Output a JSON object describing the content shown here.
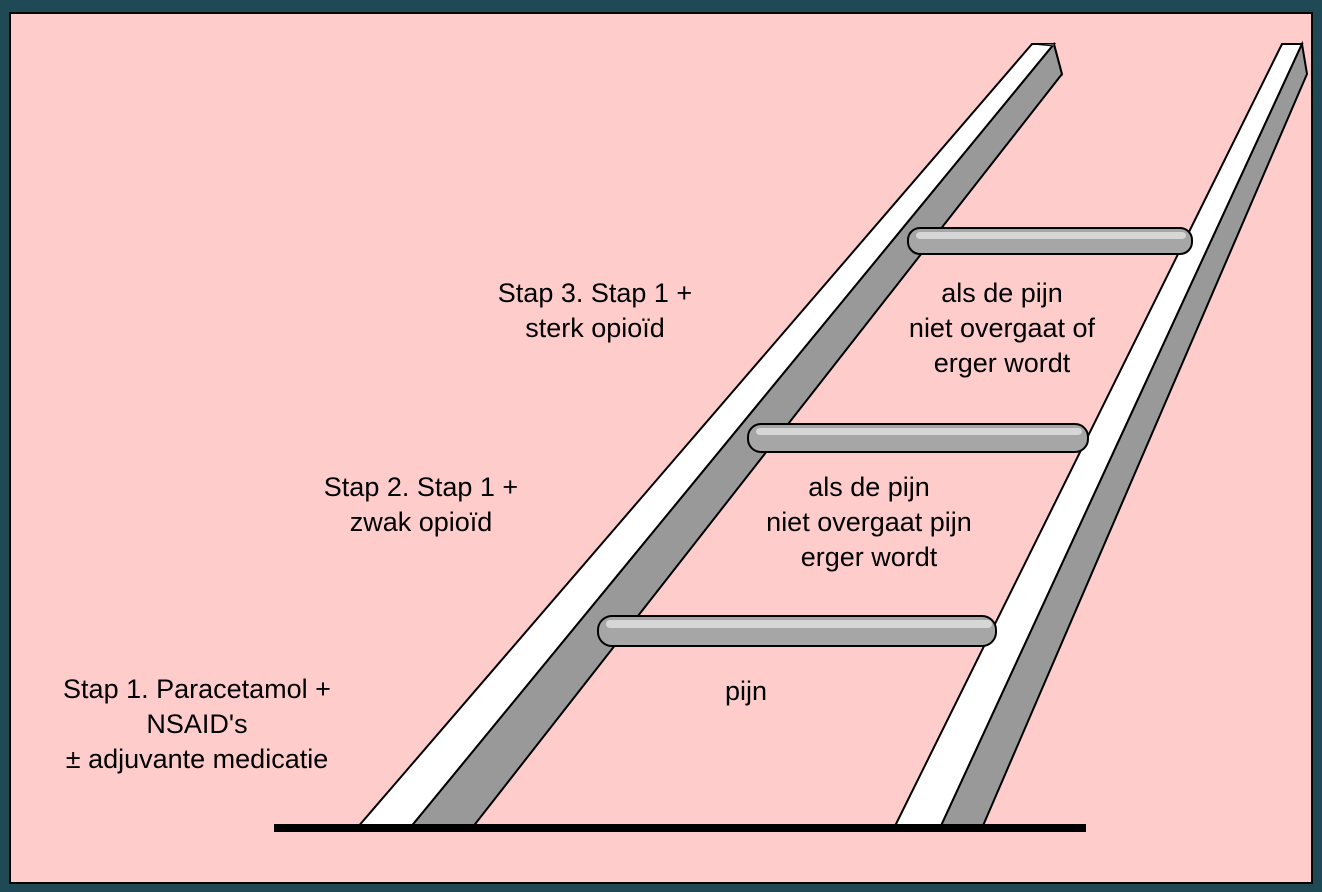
{
  "colors": {
    "background": "#ffcccc",
    "outer_border": "#1f4a55",
    "rail_light": "#ffffff",
    "rail_dark": "#999999",
    "rung": "#a6a6a6",
    "outline": "#000000"
  },
  "steps": {
    "step1": {
      "lines": [
        "Stap 1. Paracetamol +",
        "NSAID's",
        "± adjuvante medicatie"
      ]
    },
    "step2": {
      "lines": [
        "Stap 2. Stap 1 +",
        "zwak opioïd"
      ]
    },
    "step3": {
      "lines": [
        "Stap 3. Stap 1 +",
        "sterk opioïd"
      ]
    }
  },
  "conditions": {
    "bottom": {
      "lines": [
        "pijn"
      ]
    },
    "middle": {
      "lines": [
        "als de pijn",
        "niet overgaat pijn",
        "erger wordt"
      ]
    },
    "top": {
      "lines": [
        "als de pijn",
        "niet overgaat of",
        "erger wordt"
      ]
    }
  }
}
